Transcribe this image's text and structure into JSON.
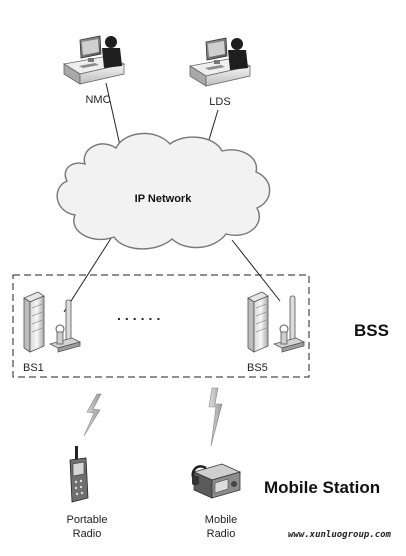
{
  "nodes": {
    "nmc": "NMC",
    "lds": "LDS",
    "network": "IP Network",
    "bs1": "BS1",
    "bs5": "BS5",
    "ellipsis": "......",
    "portable": [
      "Portable",
      "Radio"
    ],
    "mobile": [
      "Mobile",
      "Radio"
    ]
  },
  "groups": {
    "bss": "BSS",
    "mobile_station": "Mobile Station"
  },
  "watermark": "www.xunluogroup.com",
  "icons": [
    "workstation-icon",
    "cloud-icon",
    "base-station-icon",
    "lightning-icon",
    "portable-radio-icon",
    "mobile-radio-icon"
  ]
}
